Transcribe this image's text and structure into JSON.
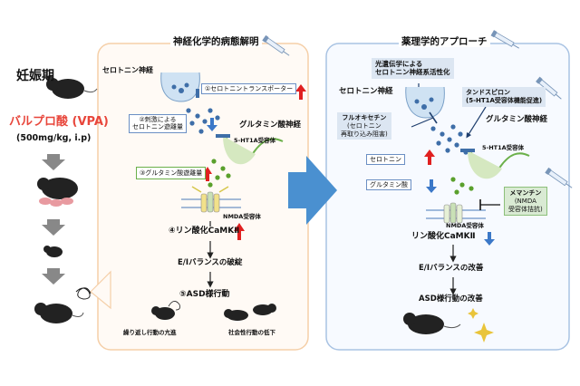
{
  "left_column": {
    "pregnancy_label": "妊娠期",
    "vpa_label": "バルプロ酸 (VPA)",
    "dose_label": "(500mg/kg, i.p)"
  },
  "middle_panel": {
    "title": "神経化学的病態解明",
    "serotonin_neuron": "セロトニン神経",
    "step1": "①セロトニントランスポーター",
    "step2_line1": "②刺激による",
    "step2_line2": "セロトニン遊離量",
    "glutamate_neuron": "グルタミン酸神経",
    "receptor_5ht1a": "5-HT1A受容体",
    "step3": "③グルタミン酸遊離量",
    "nmda_receptor": "NMDA受容体",
    "step4": "④リン酸化CaMKⅡ",
    "ei_breakdown": "E/Iバランスの破綻",
    "step5": "⑤ASD様行動",
    "repetitive": "繰り返し行動の亢進",
    "social": "社会性行動の低下"
  },
  "right_panel": {
    "title": "薬理学的アプローチ",
    "optogenetics_line1": "光遺伝学による",
    "optogenetics_line2": "セロトニン神経系活性化",
    "serotonin_neuron": "セロトニン神経",
    "tandospirone_line1": "タンドスピロン",
    "tandospirone_line2": "(5-HT1A受容体機能促進)",
    "fluoxetine_line1": "フルオキセチン",
    "fluoxetine_line2": "(セロトニン",
    "fluoxetine_line3": "再取り込み阻害)",
    "glutamate_neuron": "グルタミン酸神経",
    "receptor_5ht1a": "5-HT1A受容体",
    "serotonin_label": "セロトニン",
    "glutamate_label": "グルタミン酸",
    "memantine_line1": "メマンチン",
    "memantine_line2": "(NMDA",
    "memantine_line3": "受容体拮抗)",
    "nmda_receptor": "NMDA受容体",
    "camk": "リン酸化CaMKⅡ",
    "ei_improve": "E/Iバランスの改善",
    "asd_improve": "ASD様行動の改善"
  },
  "colors": {
    "vpa_red": "#e8463b",
    "up_arrow": "#e02020",
    "down_arrow": "#3b78c8",
    "middle_border": "#f5cfa8",
    "right_border": "#a9c3e3",
    "big_arrow": "#4a90d0",
    "neuron_blue": "#cfe2f3",
    "neuron_green": "#d5e8c0",
    "dot_blue": "#3e6ea8",
    "dot_green": "#5aa02c"
  },
  "icons": [
    "mouse-icon",
    "syringe-icon",
    "up-arrow-icon",
    "down-arrow-icon",
    "sparkle-icon",
    "receptor-icon"
  ]
}
